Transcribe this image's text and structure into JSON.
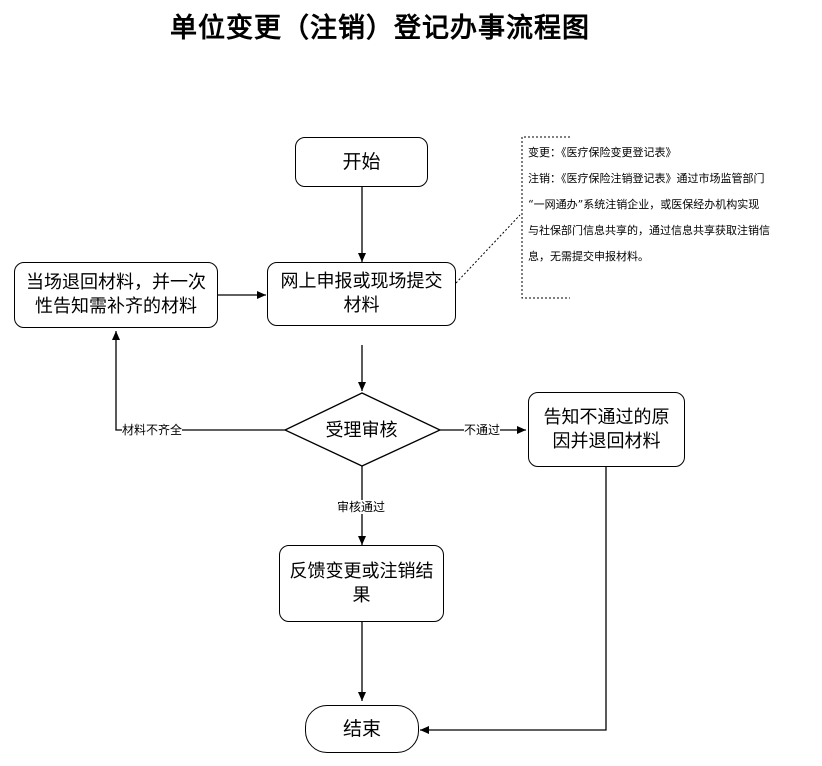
{
  "title": "单位变更（注销）登记办事流程图",
  "nodes": {
    "start": "开始",
    "submit": "网上申报或现场提交材料",
    "return_materials": "当场退回材料，并一次性告知需补齐的材料",
    "review": "受理审核",
    "reject": "告知不通过的原因并退回材料",
    "feedback": "反馈变更或注销结果",
    "end": "结束"
  },
  "edge_labels": {
    "incomplete": "材料不齐全",
    "not_passed": "不通过",
    "passed": "审核通过"
  },
  "note": {
    "line1": "变更：《医疗保险变更登记表》",
    "line2": "注销：《医疗保险注销登记表》通过市场监管部门",
    "line3": "“一网通办”系统注销企业，或医保经办机构实现",
    "line4": "与社保部门信息共享的，通过信息共享获取注销信",
    "line5": "息，无需提交申报材料。"
  }
}
